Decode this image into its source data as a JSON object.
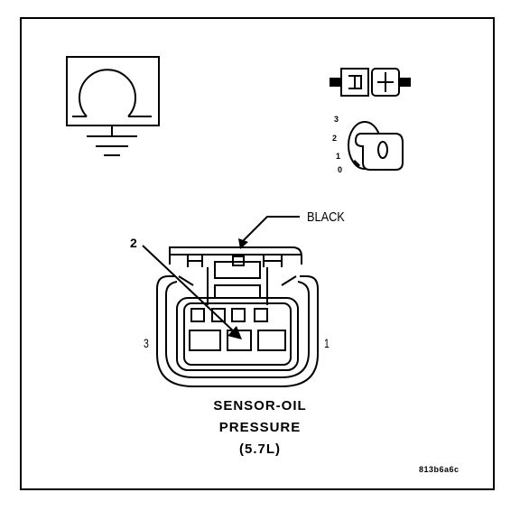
{
  "connector": {
    "color_label": "BLACK",
    "callout_number": "2",
    "pin_left": "3",
    "pin_right": "1",
    "title_line1": "SENSOR-OIL",
    "title_line2": "PRESSURE",
    "title_line3": "(5.7L)"
  },
  "legend": {
    "positions": [
      "3",
      "2",
      "1",
      "0"
    ],
    "symbol_icon": "ground-loop-icon",
    "connector_icon": "two-half-connector-icon",
    "key_icon": "ignition-key-icon"
  },
  "figure_code": "813b6a6c",
  "colors": {
    "line": "#000000",
    "background": "#ffffff"
  }
}
